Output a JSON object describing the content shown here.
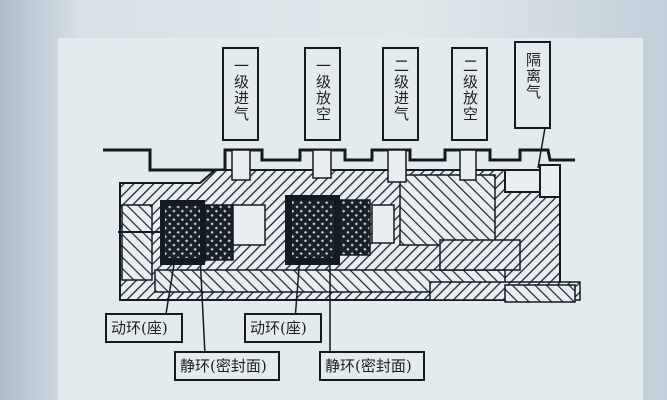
{
  "diagram": {
    "top_labels": [
      {
        "id": "stage1-intake",
        "text": "一级进气"
      },
      {
        "id": "stage1-vent",
        "text": "一级放空"
      },
      {
        "id": "stage2-intake",
        "text": "二级进气"
      },
      {
        "id": "stage2-vent",
        "text": "二级放空"
      },
      {
        "id": "isolation-gas",
        "text": "隔离气"
      }
    ],
    "bottom_labels": [
      {
        "id": "rotating-ring-1",
        "text": "动环(座)"
      },
      {
        "id": "rotating-ring-2",
        "text": "动环(座)"
      },
      {
        "id": "static-ring-1",
        "text": "静环(密封面)"
      },
      {
        "id": "static-ring-2",
        "text": "静环(密封面)"
      }
    ]
  }
}
